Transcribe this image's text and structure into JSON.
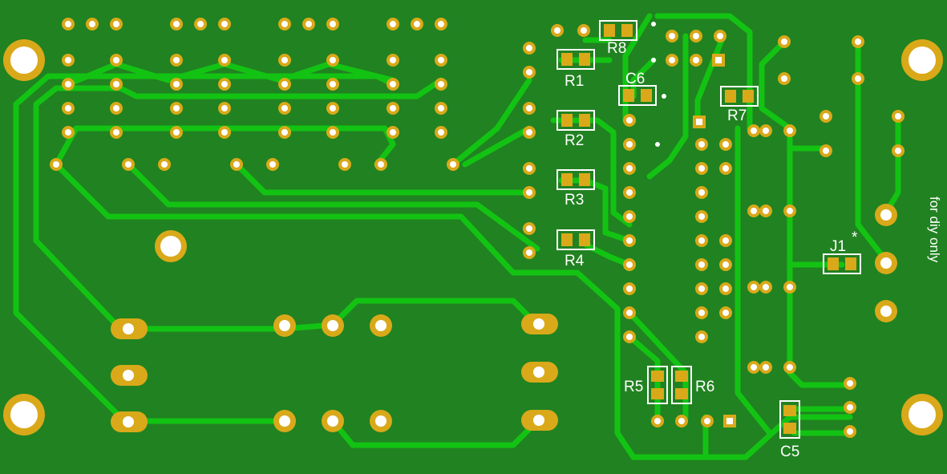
{
  "board": {
    "labels": {
      "r1": "R1",
      "r2": "R2",
      "r3": "R3",
      "r4": "R4",
      "r5": "R5",
      "r6": "R6",
      "r7": "R7",
      "r8": "R8",
      "c5": "C5",
      "c6": "C6",
      "j1": "J1",
      "star": "*"
    },
    "side_text": "for diy only"
  },
  "colors": {
    "board": "#218221",
    "trace": "#13c313",
    "pad": "#d9a91a",
    "silk": "#ffffff"
  }
}
